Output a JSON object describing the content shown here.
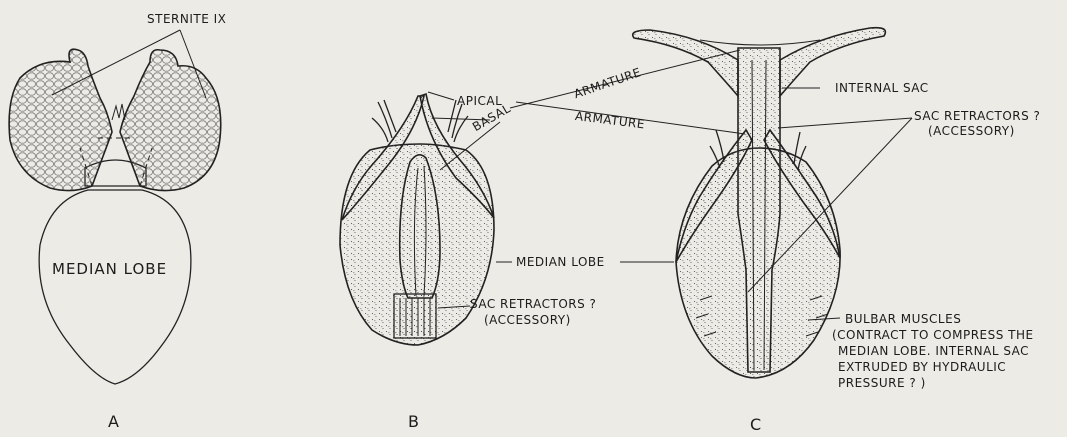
{
  "figures": {
    "A": {
      "letter": "A",
      "label_sternite": "STERNITE IX",
      "label_median_lobe": "MEDIAN LOBE"
    },
    "B": {
      "letter": "B",
      "label_apical": "APICAL",
      "label_basal": "BASAL",
      "label_sac_retractors": "SAC RETRACTORS ?",
      "label_accessory": "(ACCESSORY)"
    },
    "C": {
      "letter": "C",
      "label_armature_upper": "ARMATURE",
      "label_armature_lower": "ARMATURE",
      "label_internal_sac": "INTERNAL SAC",
      "label_sac_retractors": "SAC RETRACTORS ?",
      "label_accessory": "(ACCESSORY)",
      "label_median_lobe": "MEDIAN LOBE",
      "label_bulbar_muscles": "BULBAR MUSCLES",
      "bulbar_note_lines": [
        "(CONTRACT TO COMPRESS THE",
        "MEDIAN LOBE. INTERNAL SAC",
        "EXTRUDED BY HYDRAULIC",
        "PRESSURE ? )"
      ]
    }
  }
}
